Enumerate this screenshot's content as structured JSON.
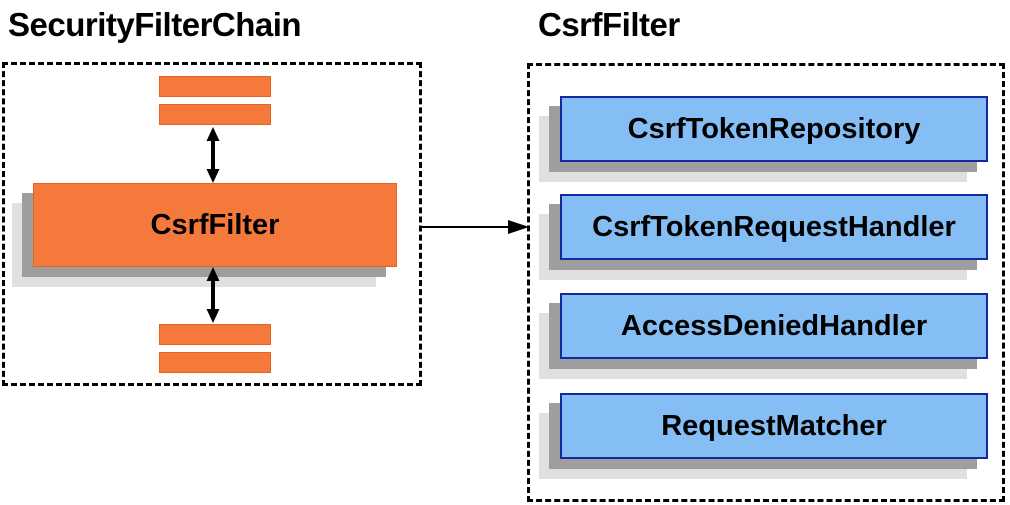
{
  "left_panel": {
    "title": "SecurityFilterChain",
    "filter_label": "CsrfFilter"
  },
  "right_panel": {
    "title": "CsrfFilter",
    "components": [
      "CsrfTokenRepository",
      "CsrfTokenRequestHandler",
      "AccessDeniedHandler",
      "RequestMatcher"
    ]
  },
  "icons": {
    "top_bidirectional_arrow": "bidirectional-arrow",
    "bottom_bidirectional_arrow": "bidirectional-arrow",
    "flow_arrow": "right-arrow"
  },
  "colors": {
    "orange_fill": "#F4793B",
    "orange_border": "#E2641E",
    "blue_fill": "#85BEF4",
    "blue_border": "#16289E",
    "shadow_dark": "#9E9E9E",
    "shadow_light": "#E0E0E0",
    "outline": "#000000",
    "arrow": "#000000"
  }
}
